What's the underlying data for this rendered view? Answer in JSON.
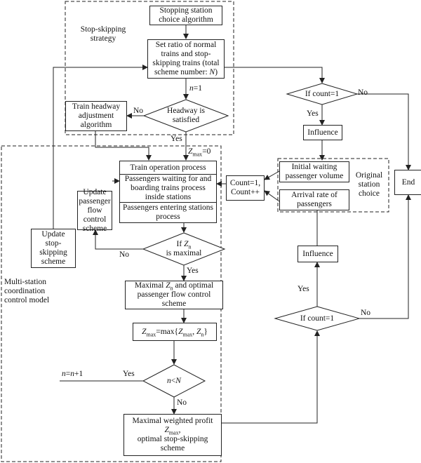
{
  "regions": {
    "stop_skipping": "Stop-skipping strategy",
    "multi_station": "Multi-station coordination control model",
    "original_choice": "Original station choice"
  },
  "nodes": {
    "stopping_algo": "Stopping station choice algorithm",
    "set_ratio": "Set ratio of normal trains and stop-skipping trains (total scheme number: ",
    "set_ratio_N": "N",
    "set_ratio_close": ")",
    "headway_satisfied": "Headway is satisfied",
    "headway_adjust": "Train headway adjustment algorithm",
    "train_operation": "Train operation process",
    "passengers_waiting": "Passengers waiting for and boarding trains process inside stations",
    "passengers_entering": "Passengers entering stations process",
    "update_flow": "Update passenger flow control scheme",
    "update_stop": "Update stop-skipping scheme",
    "if_zn_pre": "If ",
    "if_zn_var": "Z",
    "if_zn_sub": "n",
    "if_zn_post": "is maximal",
    "maximal_zn_pre": "Maximal ",
    "maximal_zn_var": "Z",
    "maximal_zn_sub": "n",
    "maximal_zn_post": " and optimal passenger flow control scheme",
    "zmax_update": {
      "a": "Z",
      "a_sub": "max",
      "eq": "=max{",
      "b": "Z",
      "b_sub": "max",
      "comma": ", ",
      "c": "Z",
      "c_sub": "n",
      "close": "}"
    },
    "n_lt_N": {
      "a": "n",
      "lt": "<",
      "b": "N"
    },
    "final": {
      "pre": "Maximal weighted profit ",
      "var": "Z",
      "sub": "max",
      "post": ",",
      "line2": "optimal stop-skipping scheme"
    },
    "if_count1_top": "If count=1",
    "influence_top": "Influence",
    "end": "End",
    "initial_waiting": "Initial waiting passenger volume",
    "arrival_rate": "Arrival rate of passengers",
    "count_box": "Count=1, Count++",
    "influence_bottom": "Influence",
    "if_count1_bottom": "If count=1"
  },
  "labels": {
    "n1": {
      "var": "n",
      "rest": "=1"
    },
    "no_headway": "No",
    "yes_headway": "Yes",
    "zmax0": {
      "var": "Z",
      "sub": "max",
      "rest": "=0"
    },
    "no_zn": "No",
    "yes_zn": "Yes",
    "n_incr": {
      "a": "n",
      "mid": "=",
      "b": "n",
      "rest": "+1"
    },
    "yes_nN": "Yes",
    "no_nN": "No",
    "no_top": "No",
    "yes_top": "Yes",
    "yes_bottom": "Yes",
    "no_bottom": "No"
  }
}
